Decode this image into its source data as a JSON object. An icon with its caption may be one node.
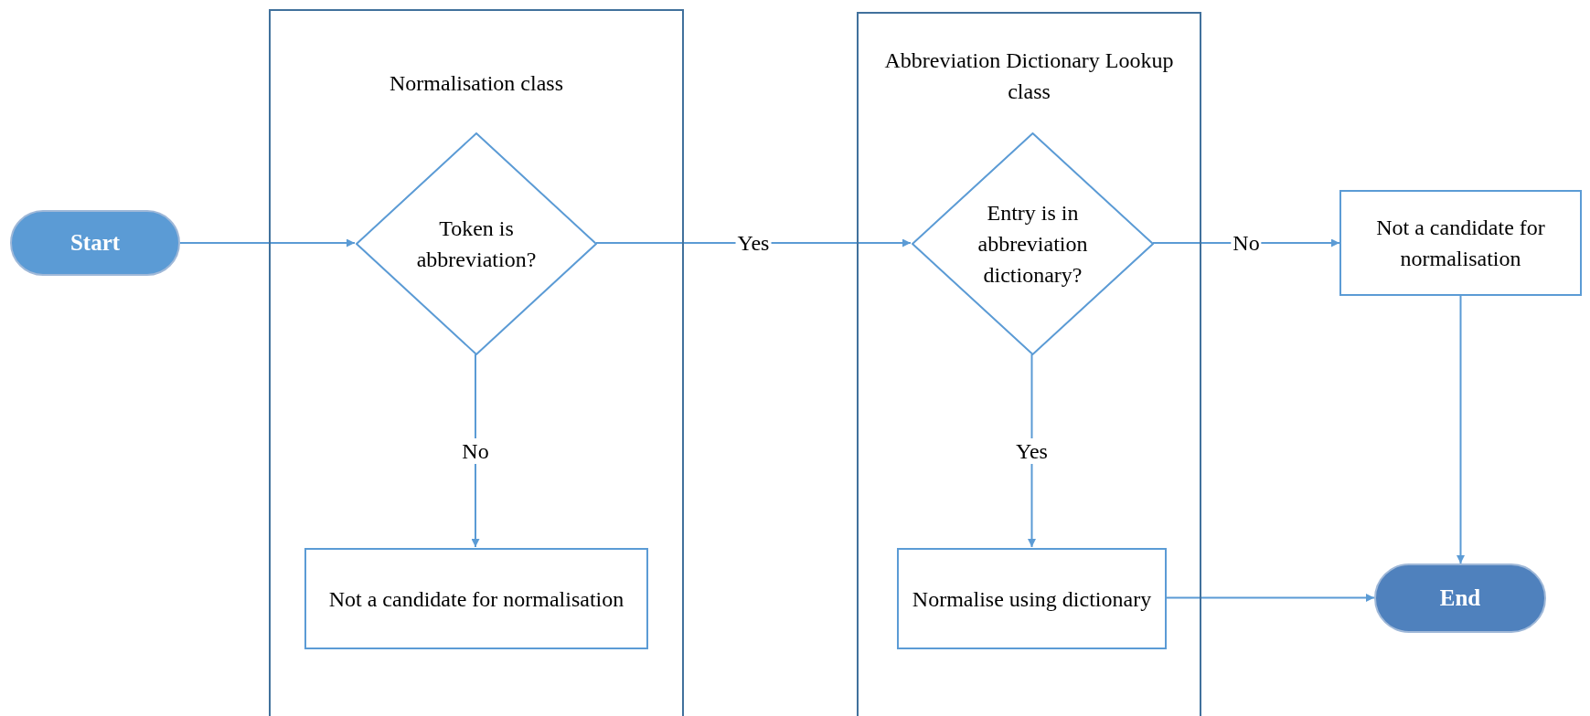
{
  "diagram": {
    "nodes": [
      {
        "text": [
          "Start"
        ]
      },
      {
        "text": [
          "Normalisation class"
        ]
      },
      {
        "text": [
          "Token is abbreviation?"
        ],
        "in": 1
      },
      {
        "text": [
          "Not a candidate for normalisation"
        ],
        "in": 1
      },
      {
        "text": [
          "Abbreviation Dictionary Lookup class"
        ]
      },
      {
        "text": [
          "Entry is in abbreviation dictionary?"
        ],
        "in": 4
      },
      {
        "text": [
          "Normalise using dictionary"
        ],
        "in": 4
      },
      {
        "text": [
          "Not a candidate for normalisation"
        ]
      },
      {
        "text": [
          "End"
        ]
      }
    ],
    "edges": [
      {
        "from": 0,
        "to": 2,
        "arrow": "to"
      },
      {
        "from": 2,
        "to": 5,
        "arrow": "to",
        "label": "Yes"
      },
      {
        "from": 2,
        "to": 3,
        "arrow": "to",
        "label": "No"
      },
      {
        "from": 5,
        "to": 7,
        "arrow": "to",
        "label": "No"
      },
      {
        "from": 5,
        "to": 6,
        "arrow": "to",
        "label": "Yes"
      },
      {
        "from": 7,
        "to": 8,
        "arrow": "to"
      },
      {
        "from": 6,
        "to": 8,
        "arrow": "to"
      }
    ]
  }
}
